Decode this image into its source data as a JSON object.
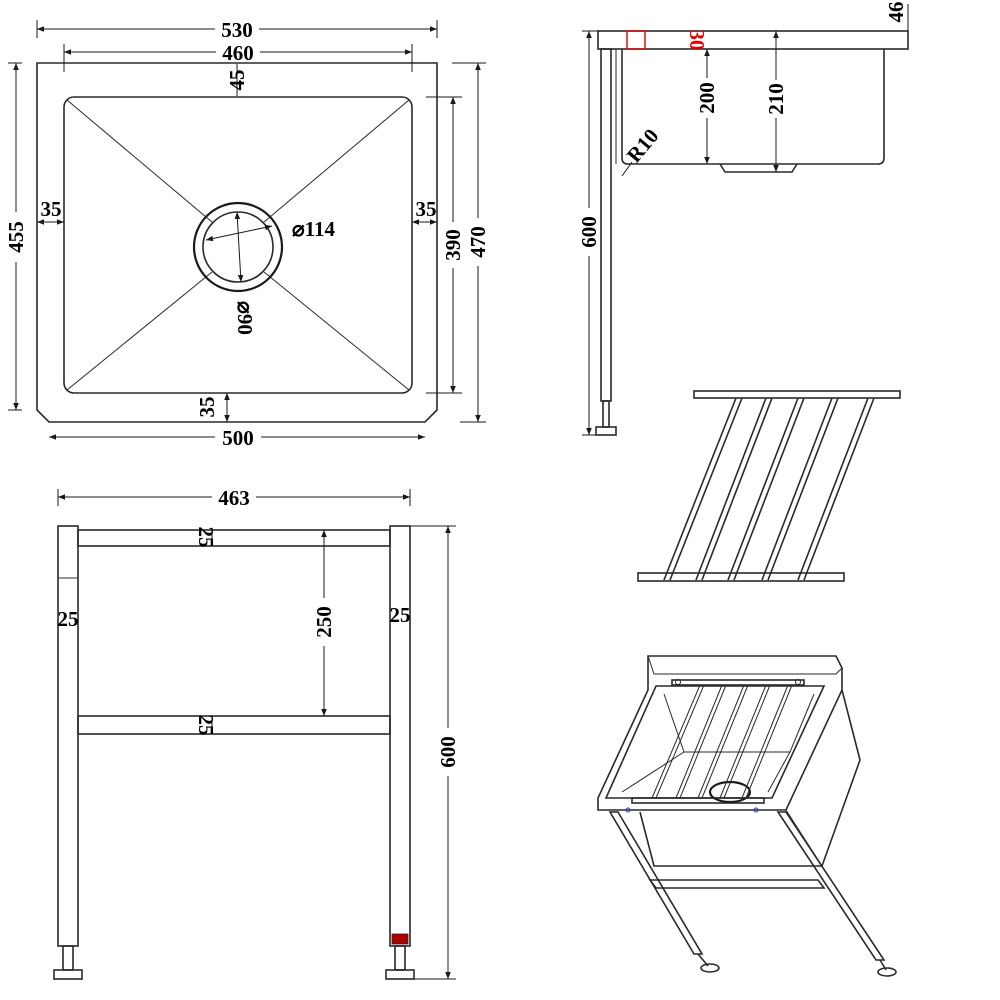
{
  "colors": {
    "line": "#2a2a2a",
    "highlight": "#e00000",
    "background": "#ffffff"
  },
  "plan_view": {
    "dim_overall_width": "530",
    "dim_inner_width": "460",
    "dim_top_margin": "45",
    "dim_overall_depth": "455",
    "dim_side_margin_left": "35",
    "dim_side_margin_right": "35",
    "dim_drain_diameter": "⌀114",
    "dim_drain_outlet": "⌀90",
    "dim_inner_depth": "390",
    "dim_outer_depth": "470",
    "dim_bottom_margin": "35",
    "dim_base_width": "500"
  },
  "side_view": {
    "dim_rim_thickness": "30",
    "dim_rim_top": "46",
    "dim_bowl_depth": "200",
    "dim_total_depth": "210",
    "dim_corner_radius": "R10",
    "dim_height": "600"
  },
  "frame_view": {
    "dim_frame_width": "463",
    "dim_top_rail": "25",
    "dim_left_leg": "25",
    "dim_right_leg": "25",
    "dim_rail_spacing": "250",
    "dim_mid_rail": "25",
    "dim_frame_height": "600"
  }
}
